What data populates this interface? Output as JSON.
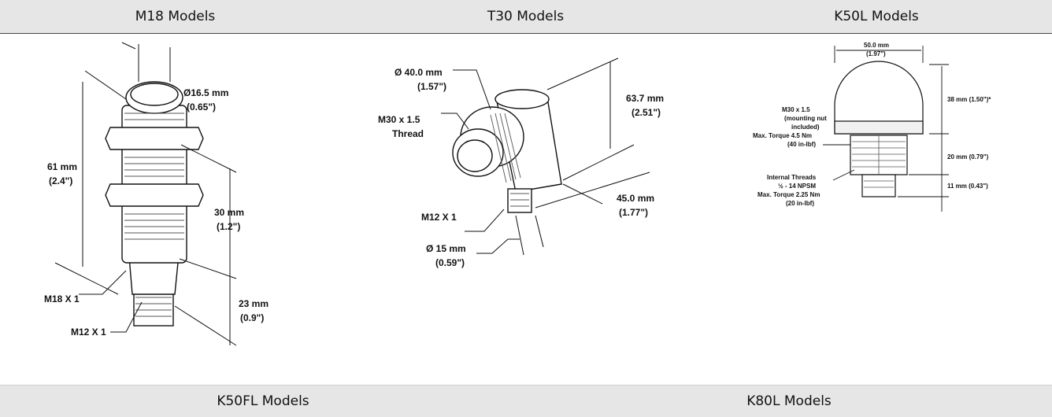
{
  "headers": {
    "top": [
      "M18 Models",
      "T30 Models",
      "K50L Models"
    ],
    "bottom": [
      "K50FL Models",
      "K80L Models"
    ]
  },
  "m18": {
    "labels": {
      "diameter": "Ø16.5 mm",
      "diameter_in": "(0.65\")",
      "length": "61 mm",
      "length_in": "(2.4\")",
      "thread_len": "30 mm",
      "thread_len_in": "(1.2\")",
      "thread1": "M18 X 1",
      "conn_len": "23 mm",
      "conn_len_in": "(0.9\")",
      "thread2": "M12 X 1"
    }
  },
  "t30": {
    "labels": {
      "diameter": "Ø 40.0 mm",
      "diameter_in": "(1.57\")",
      "height": "63.7 mm",
      "height_in": "(2.51\")",
      "thread_a": "M30 x 1.5",
      "thread_b": "Thread",
      "depth": "45.0 mm",
      "depth_in": "(1.77\")",
      "conn": "M12 X 1",
      "conn_dia": "Ø 15 mm",
      "conn_dia_in": "(0.59\")"
    }
  },
  "k50l": {
    "labels": {
      "width": "50.0 mm",
      "width_in": "(1.97\")",
      "dome": "38 mm (1.50\")*",
      "mount_1": "M30 x 1.5",
      "mount_2": "(mounting nut",
      "mount_3": "included)",
      "mount_4": "Max. Torque 4.5 Nm",
      "mount_5": "(40 in-lbf)",
      "base": "20 mm (0.79\")",
      "int_1": "Internal Threads",
      "int_2": "½ - 14 NPSM",
      "int_3": "Max. Torque 2.25 Nm",
      "int_4": "(20 in-lbf)",
      "conn": "11 mm (0.43\")"
    }
  }
}
